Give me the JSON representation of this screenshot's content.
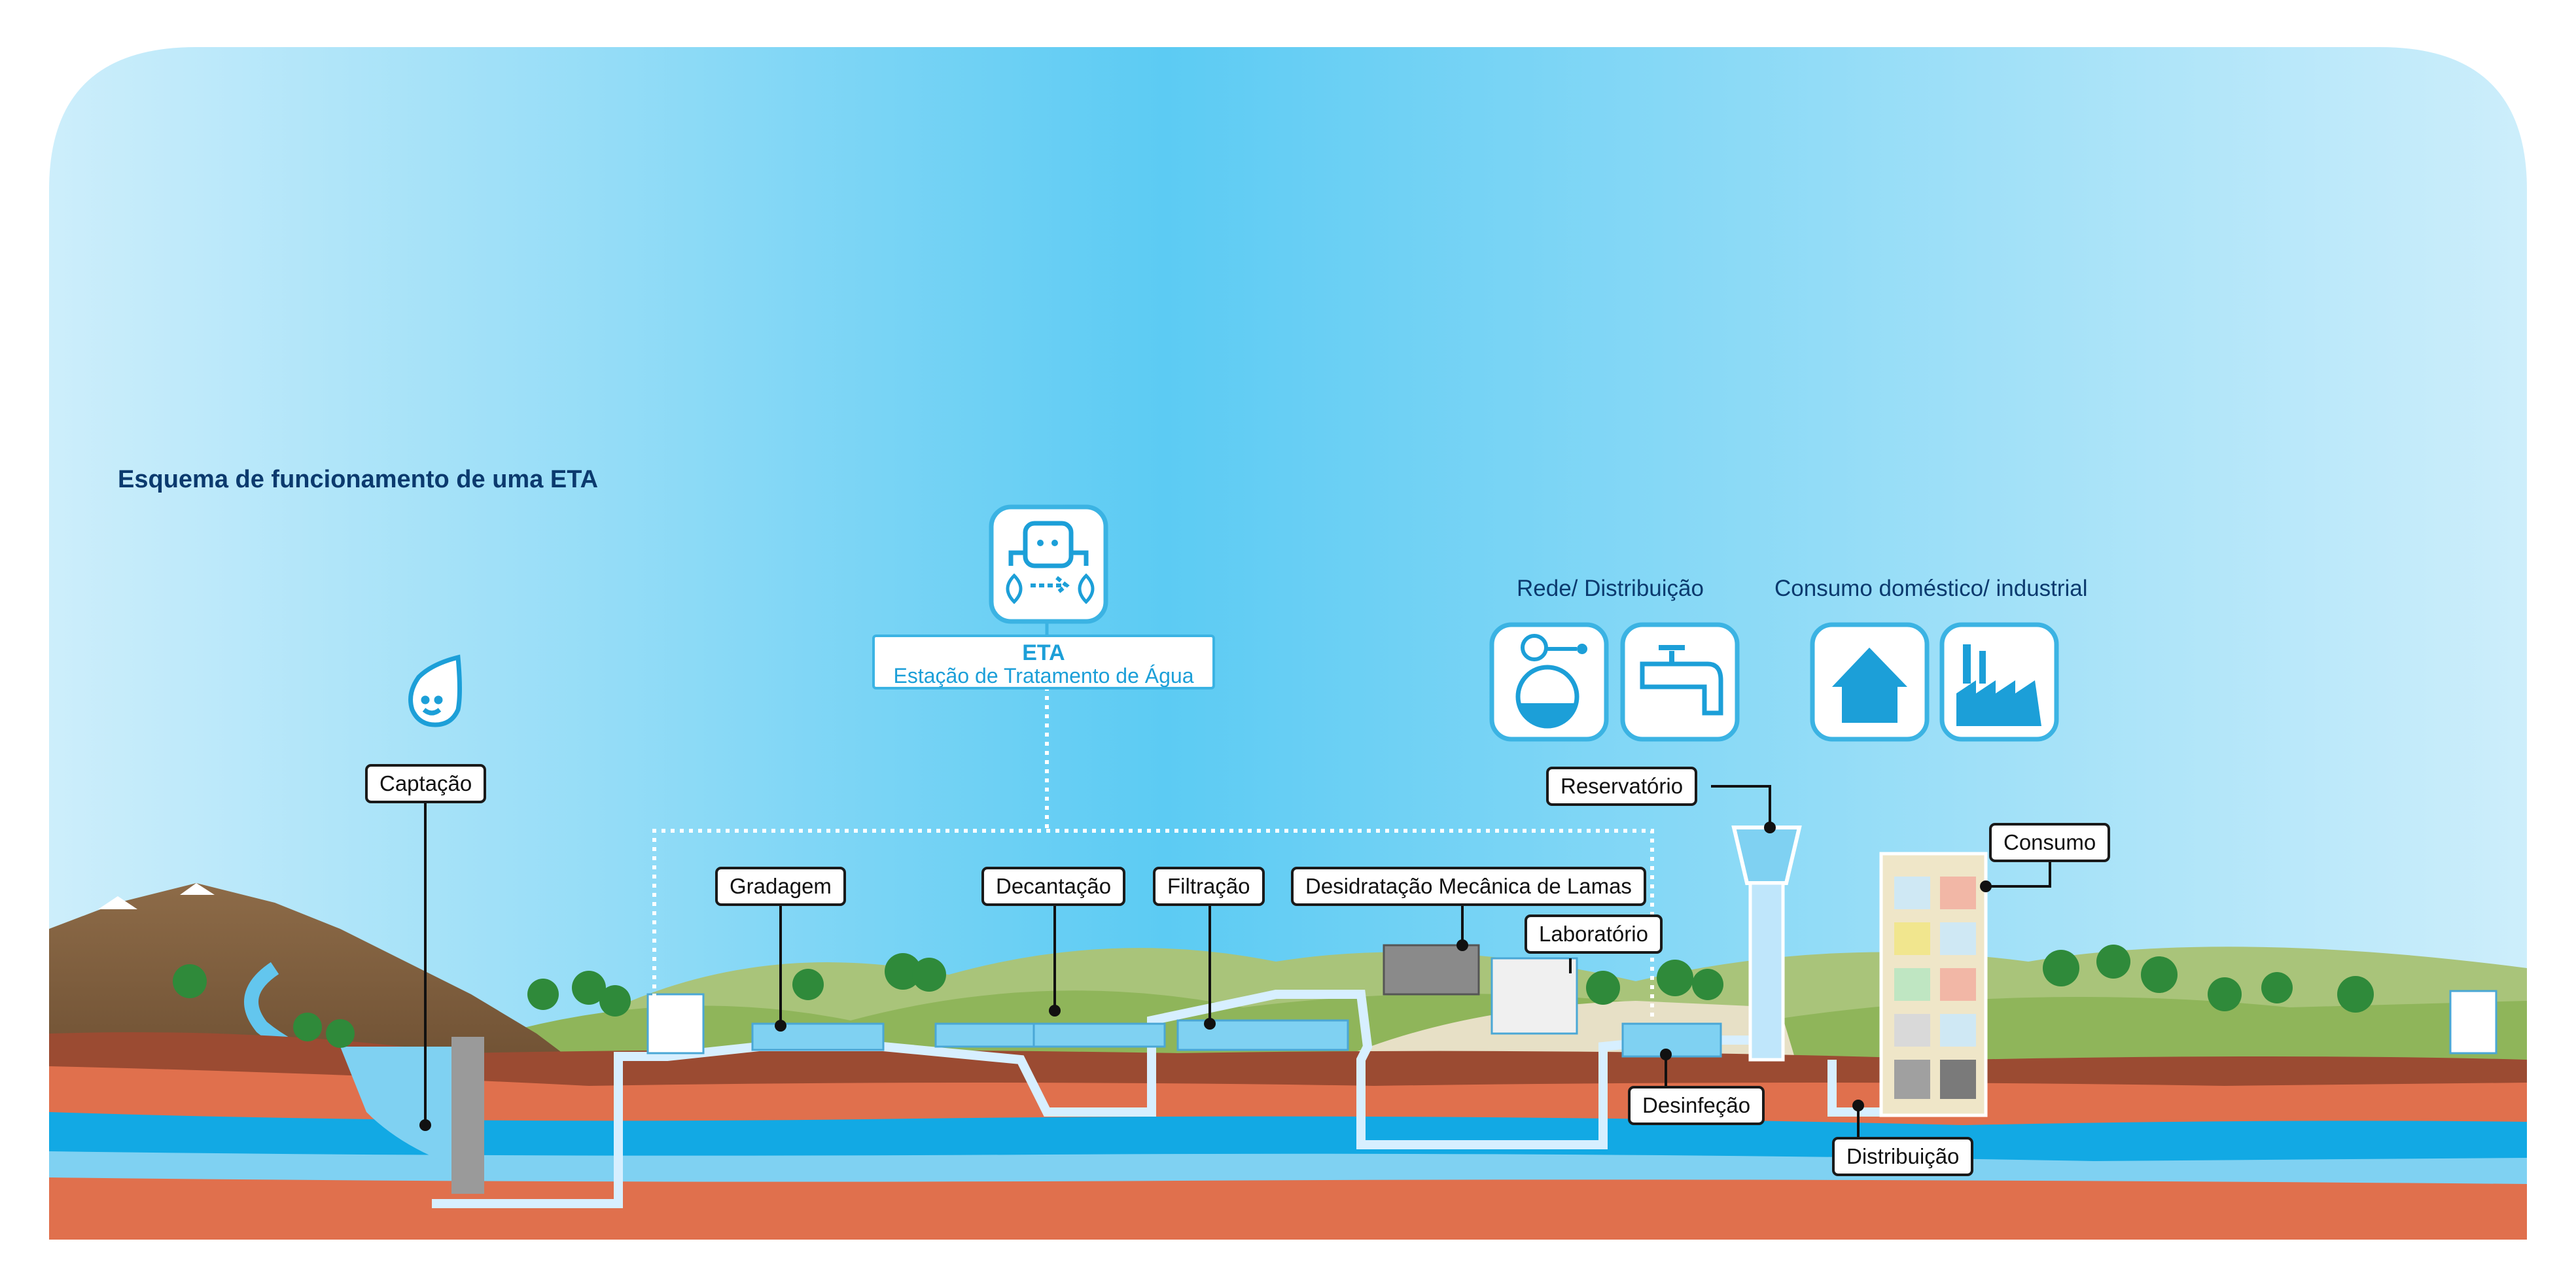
{
  "title": "Esquema de funcionamento de uma ETA",
  "eta": {
    "title": "ETA",
    "subtitle": "Estação de Tratamento de Água"
  },
  "groups": {
    "network": "Rede/ Distribuição",
    "consumption": "Consumo doméstico/ industrial"
  },
  "labels": {
    "captacao": "Captação",
    "gradagem": "Gradagem",
    "decantacao": "Decantação",
    "filtracao": "Filtração",
    "desidratacao": "Desidratação Mecânica de Lamas",
    "laboratorio": "Laboratório",
    "reservatorio": "Reservatório",
    "consumo": "Consumo",
    "desinfecao": "Desinfeção",
    "distribuicao": "Distribuição"
  },
  "icons": [
    "water-drop-icon",
    "treatment-plant-icon",
    "water-tower-icon",
    "faucet-icon",
    "house-icon",
    "factory-icon"
  ],
  "colors": {
    "sky_edge": "#cdeefb",
    "sky_center": "#5ccbf3",
    "accent": "#1c9fd8",
    "title": "#0b3a6e",
    "water": "#12a9e4",
    "earth": "#e0704d",
    "grass": "#8fb55a"
  }
}
